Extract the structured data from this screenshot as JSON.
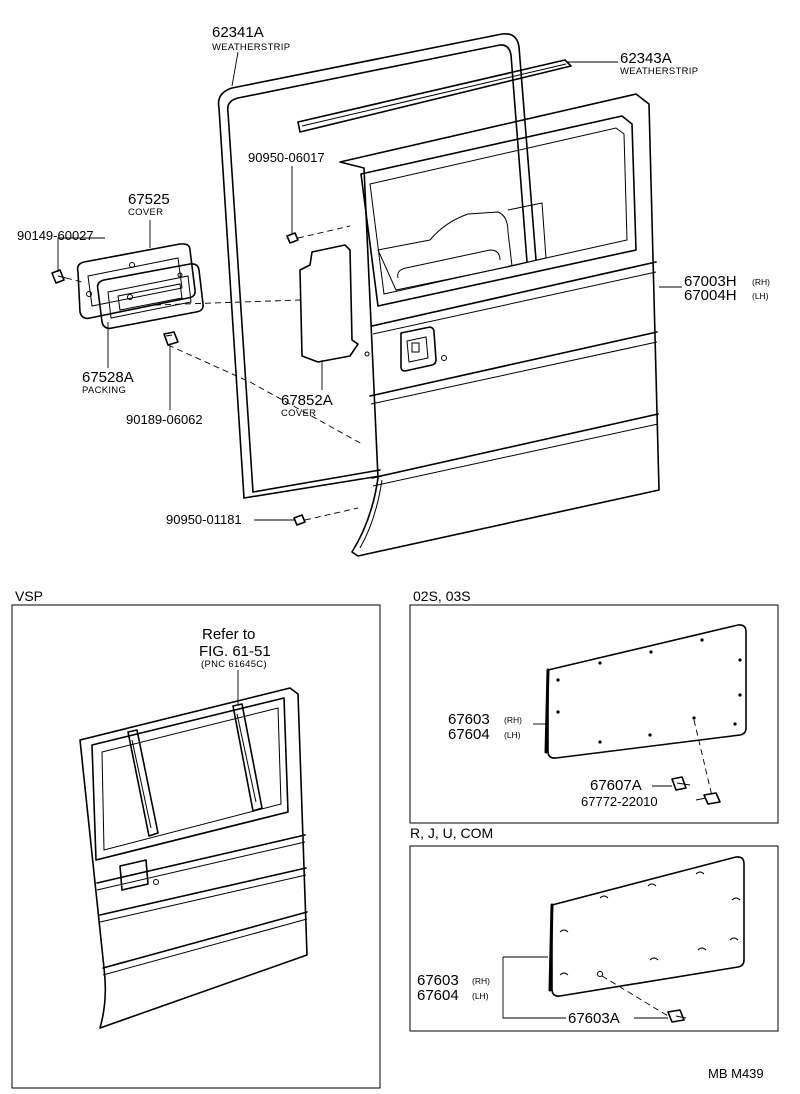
{
  "labels": {
    "weatherstrip_main": {
      "part": "62341A",
      "desc": "WEATHERSTRIP"
    },
    "weatherstrip_upper": {
      "part": "62343A",
      "desc": "WEATHERSTRIP"
    },
    "screw_upper": {
      "part": "90950-06017"
    },
    "cover_outer": {
      "part": "67525",
      "desc": "COVER"
    },
    "clip_left": {
      "part": "90149-60027"
    },
    "door_panel": {
      "part_rh": "67003H",
      "side_rh": "(RH)",
      "part_lh": "67004H",
      "side_lh": "(LH)"
    },
    "packing": {
      "part": "67528A",
      "desc": "PACKING"
    },
    "clip_square": {
      "part": "90189-06062"
    },
    "cover_inner": {
      "part": "67852A",
      "desc": "COVER"
    },
    "screw_lower": {
      "part": "90950-01181"
    }
  },
  "sections": {
    "vsp": {
      "title": "VSP",
      "refer_line1": "Refer to",
      "refer_line2": "FIG. 61-51",
      "refer_line3": "(PNC 61645C)"
    },
    "s02": {
      "title": "02S, 03S",
      "board_rh": "67603",
      "side_rh": "(RH)",
      "board_lh": "67604",
      "side_lh": "(LH)",
      "clip": "67607A",
      "screw": "67772-22010"
    },
    "rju": {
      "title": "R, J, U, COM",
      "board_rh": "67603",
      "side_rh": "(RH)",
      "board_lh": "67604",
      "side_lh": "(LH)",
      "clip": "67603A"
    }
  },
  "footer": {
    "code": "MB  M439"
  }
}
